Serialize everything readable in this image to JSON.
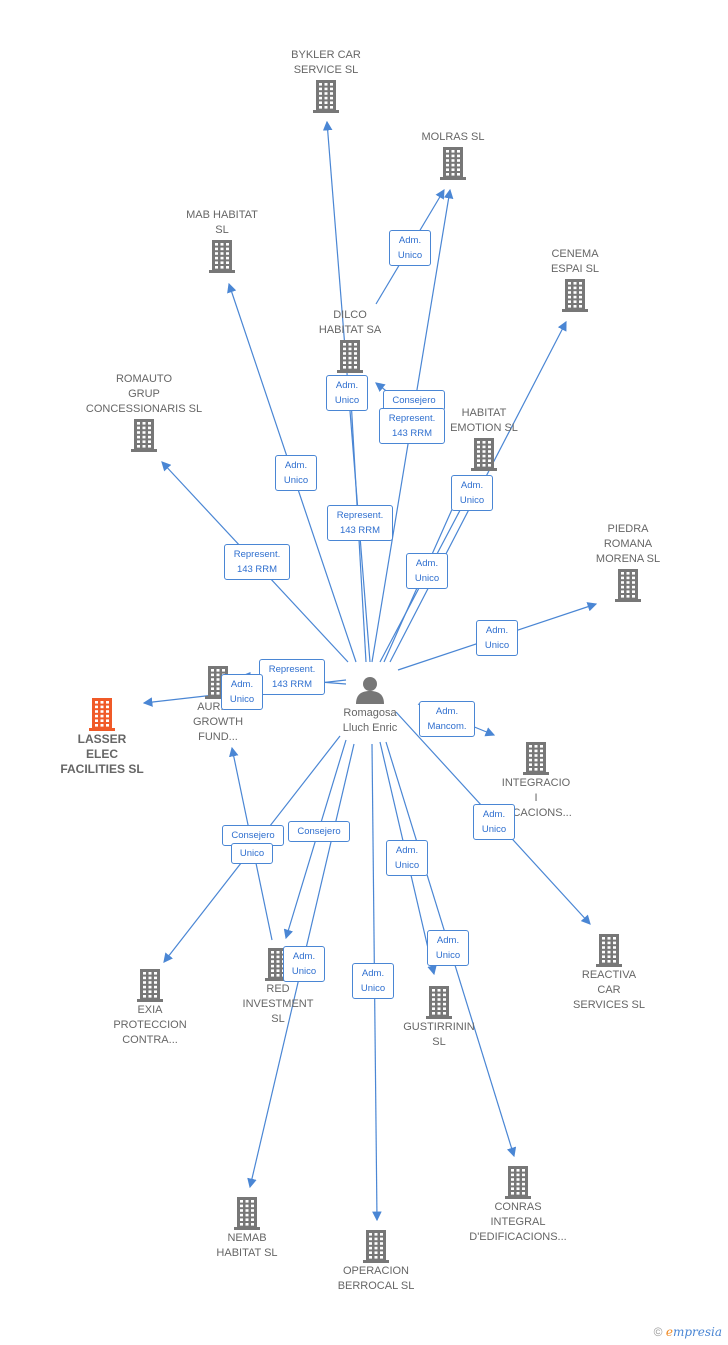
{
  "colors": {
    "edge": "#4a86d4",
    "building": "#777777",
    "focus_building": "#f05a28",
    "badge_text": "#2f6fcf"
  },
  "person": {
    "name": "Romagosa\nLluch Enric",
    "icon": "person-icon"
  },
  "nodes": [
    {
      "id": "bykler",
      "label": "BYKLER CAR\nSERVICE SL",
      "focus": false
    },
    {
      "id": "molras",
      "label": "MOLRAS SL",
      "focus": false
    },
    {
      "id": "mab",
      "label": "MAB HABITAT\nSL",
      "focus": false
    },
    {
      "id": "cenema",
      "label": "CENEMA\nESPAI  SL",
      "focus": false
    },
    {
      "id": "dilco",
      "label": "DILCO\nHABITAT SA",
      "focus": false
    },
    {
      "id": "romauto",
      "label": "ROMAUTO\nGRUP\nCONCESSIONARIS SL",
      "focus": false
    },
    {
      "id": "habitat",
      "label": "HABITAT\nEMOTION  SL",
      "focus": false
    },
    {
      "id": "piedra",
      "label": "PIEDRA\nROMANA\nMORENA  SL",
      "focus": false
    },
    {
      "id": "lasser",
      "label": "LASSER\nELEC\nFACILITIES  SL",
      "focus": true
    },
    {
      "id": "aurica",
      "label": "AURICA\nGROWTH\nFUND...",
      "focus": false
    },
    {
      "id": "integracio",
      "label": "INTEGRACIO\nI\n...ICACIONS...",
      "focus": false
    },
    {
      "id": "reactiva",
      "label": "REACTIVA\nCAR\nSERVICES SL",
      "focus": false
    },
    {
      "id": "exia",
      "label": "EXIA\nPROTECCION\nCONTRA...",
      "focus": false
    },
    {
      "id": "red",
      "label": "RED\nINVESTMENT\nSL",
      "focus": false
    },
    {
      "id": "gustirrinin",
      "label": "GUSTIRRININ\nSL",
      "focus": false
    },
    {
      "id": "conras",
      "label": "CONRAS\nINTEGRAL\nD'EDIFICACIONS...",
      "focus": false
    },
    {
      "id": "nemab",
      "label": "NEMAB\nHABITAT  SL",
      "focus": false
    },
    {
      "id": "operacion",
      "label": "OPERACION\nBERROCAL  SL",
      "focus": false
    }
  ],
  "badges": [
    "Adm.\nUnico",
    "Consejero",
    "Represent.\n143 RRM",
    "Adm.\nUnico",
    "Adm.\nUnico",
    "Represent.\n143 RRM",
    "Adm.\nUnico",
    "Represent.\n143 RRM",
    "Adm.\nUnico",
    "Adm.\nUnico",
    "Represent.\n143 RRM",
    "Adm.\nUnico",
    "Adm.\nMancom.",
    "Adm.\nUnico",
    "Consejero",
    "Unico",
    "Consejero",
    "Adm.\nUnico",
    "Adm.\nUnico",
    "Adm.\nUnico",
    "Adm.\nUnico"
  ],
  "brand": {
    "copyright": "©",
    "first_letter": "e",
    "rest": "mpresia"
  }
}
